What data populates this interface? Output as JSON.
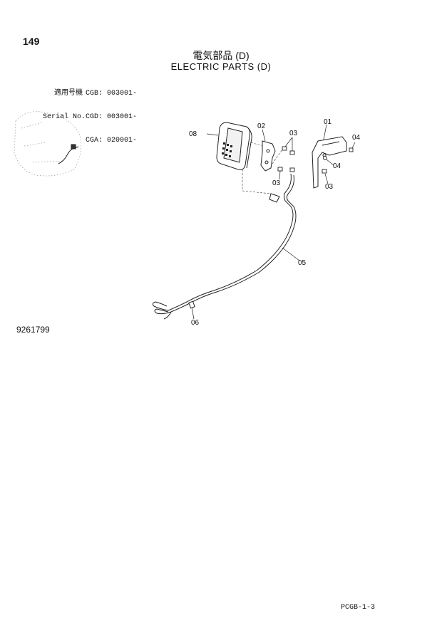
{
  "page": {
    "number": "149",
    "title_jp": "電気部品 (D)",
    "title_en": "ELECTRIC PARTS (D)",
    "document_code": "9261799",
    "catalog_ref": "PCGB-1-3"
  },
  "serial_info": {
    "label_jp": "適用号機",
    "label_en": "Serial No.",
    "rows": [
      {
        "model": "CGB:",
        "number": "003001-"
      },
      {
        "model": "CGD:",
        "number": "003001-"
      },
      {
        "model": "CGA:",
        "number": "020001-"
      }
    ]
  },
  "callouts": {
    "c08": "08",
    "c02": "02",
    "c03a": "03",
    "c01": "01",
    "c04a": "04",
    "c04b": "04",
    "c03b": "03",
    "c03c": "03",
    "c05": "05",
    "c06": "06"
  }
}
